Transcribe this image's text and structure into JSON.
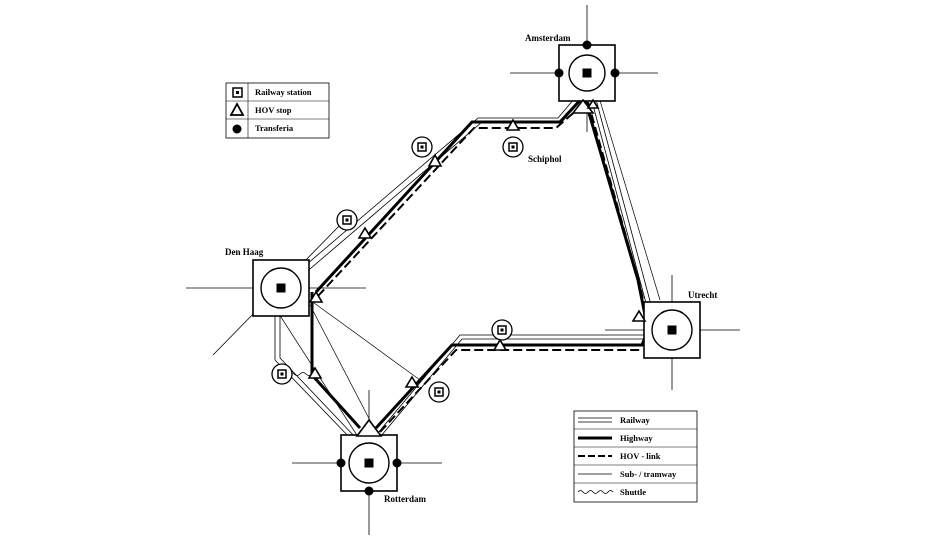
{
  "cities": {
    "amsterdam": "Amsterdam",
    "den_haag": "Den Haag",
    "rotterdam": "Rotterdam",
    "utrecht": "Utrecht",
    "schiphol": "Schiphol"
  },
  "legend_symbols": {
    "items": [
      "Railway station",
      "HOV stop",
      "Transferia"
    ]
  },
  "legend_lines": {
    "items": [
      "Railway",
      "Highway",
      "HOV - link",
      "Sub- / tramway",
      "Shuttle"
    ]
  },
  "colors": {
    "ink": "#000000",
    "background": "#ffffff"
  }
}
